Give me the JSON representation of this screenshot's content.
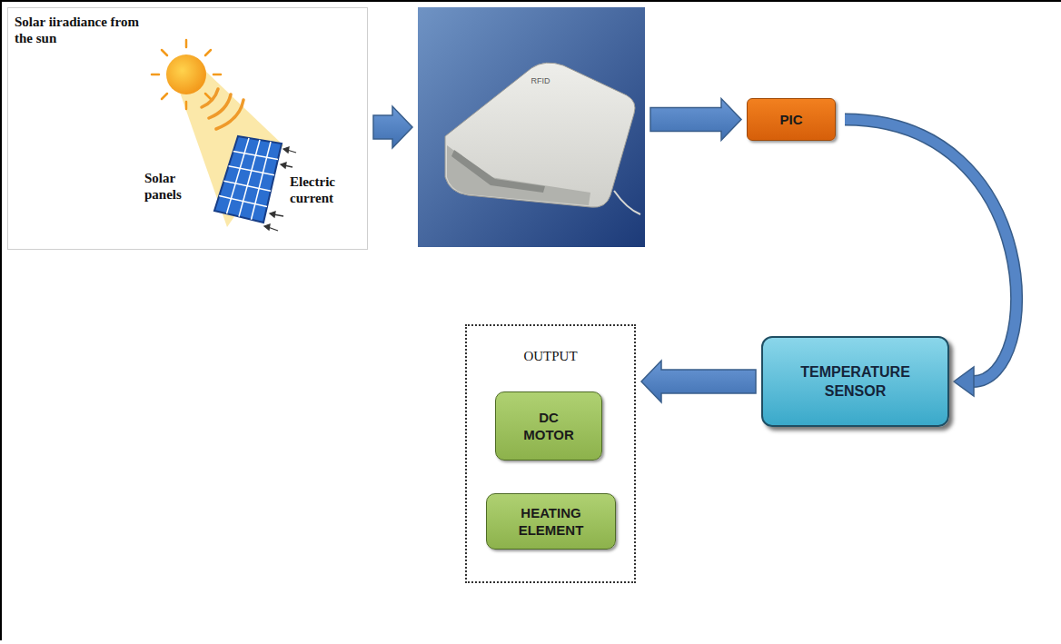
{
  "diagram": {
    "nodes": [
      {
        "text": [
          "Solar iiradiance from the sun",
          "Solar panels",
          "Electric current"
        ]
      },
      {
        "text": [
          "RFID"
        ]
      },
      {
        "text": [
          "PIC"
        ]
      },
      {
        "text": [
          "TEMPERATURE SENSOR"
        ]
      },
      {
        "text": [
          "OUTPUT"
        ]
      },
      {
        "text": [
          "DC MOTOR"
        ],
        "in": 4
      },
      {
        "text": [
          "HEATING ELEMENT"
        ],
        "in": 4
      }
    ],
    "edges": [
      {
        "from": 0,
        "to": 1,
        "arrow": "to"
      },
      {
        "from": 1,
        "to": 2,
        "arrow": "to"
      },
      {
        "from": 2,
        "to": 3,
        "arrow": "to"
      },
      {
        "from": 3,
        "to": 4,
        "arrow": "to"
      }
    ]
  }
}
